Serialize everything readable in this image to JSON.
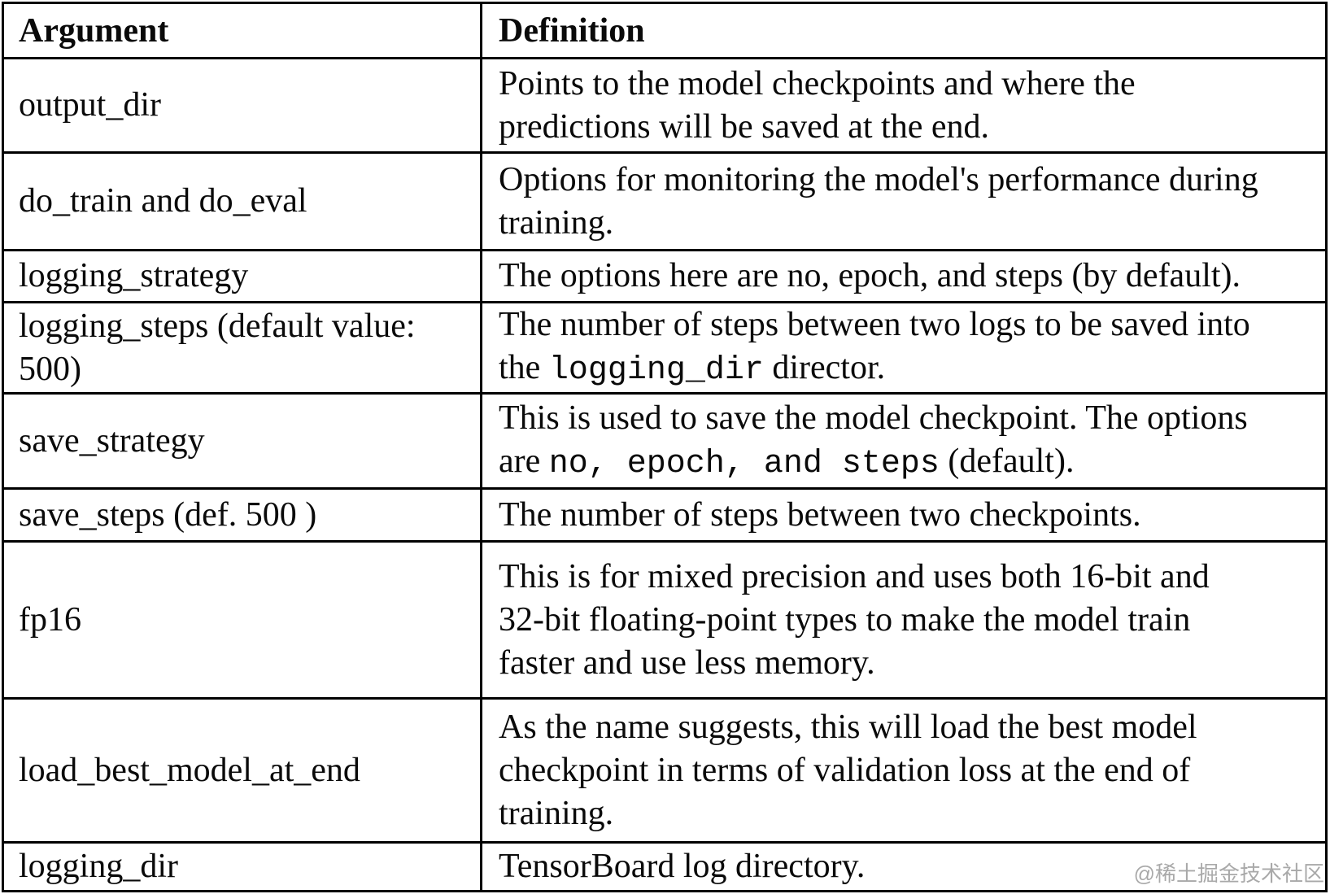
{
  "watermark": "@稀土掘金技术社区",
  "colors": {
    "background": "#ffffff",
    "border": "#000000",
    "text": "#0a0a0a",
    "watermark": "#a9a9a9"
  },
  "table": {
    "headers": [
      "Argument",
      "Definition"
    ],
    "rows": [
      {
        "argument": "output_dir",
        "definition": [
          {
            "t": "Points to the model checkpoints and where the predictions will be saved at the end."
          }
        ]
      },
      {
        "argument": "do_train and do_eval",
        "definition": [
          {
            "t": "Options for monitoring the model's performance during training."
          }
        ]
      },
      {
        "argument": "logging_strategy",
        "definition": [
          {
            "t": "The options here are no, epoch, and steps (by default)."
          }
        ]
      },
      {
        "argument": "logging_steps (default value: 500)",
        "definition": [
          {
            "t": "The number of steps between two logs to be saved into the "
          },
          {
            "t": "logging_dir",
            "mono": true
          },
          {
            "t": " director."
          }
        ]
      },
      {
        "argument": "save_strategy",
        "definition": [
          {
            "t": "This is used to save the model checkpoint. The options are "
          },
          {
            "t": "no, epoch, and steps",
            "mono": true
          },
          {
            "t": " (default)."
          }
        ]
      },
      {
        "argument": "save_steps (def. 500 )",
        "definition": [
          {
            "t": "The number of steps between two checkpoints."
          }
        ]
      },
      {
        "argument": "fp16",
        "definition": [
          {
            "t": "This is for mixed precision and uses both 16-bit and 32-bit floating-point types to make the model train faster and use less memory."
          }
        ]
      },
      {
        "argument": "load_best_model_at_end",
        "definition": [
          {
            "t": "As the name suggests, this will load the best model checkpoint in terms of validation loss at the end of training."
          }
        ]
      },
      {
        "argument": "logging_dir",
        "definition": [
          {
            "t": "TensorBoard log directory."
          }
        ]
      }
    ]
  }
}
